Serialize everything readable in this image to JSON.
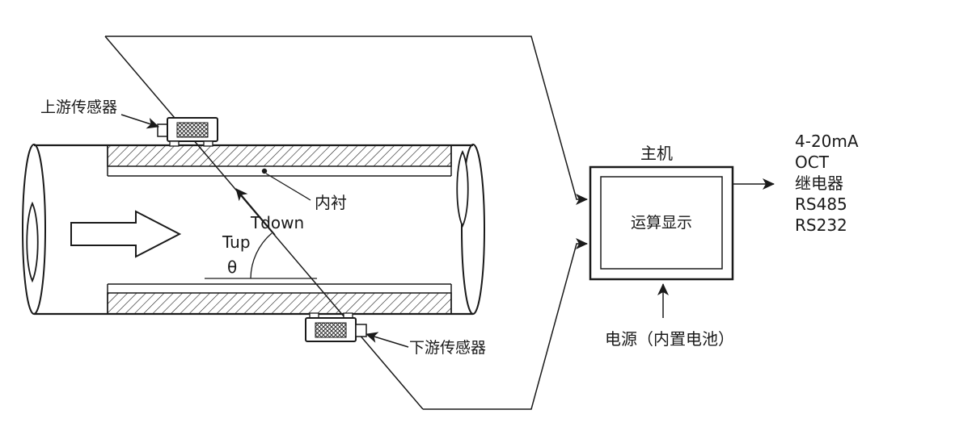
{
  "diagram": {
    "labels": {
      "upstream_sensor": "上游传感器",
      "downstream_sensor": "下游传感器",
      "liner": "内衬",
      "t_down": "Tdown",
      "t_up": "Tup",
      "theta": "θ",
      "main_unit": "主机",
      "display": "运算显示",
      "power": "电源（内置电池）"
    },
    "outputs": [
      "4-20mA",
      "OCT",
      "继电器",
      "RS485",
      "RS232"
    ],
    "colors": {
      "line": "#1a1a1a",
      "background": "#ffffff"
    }
  }
}
